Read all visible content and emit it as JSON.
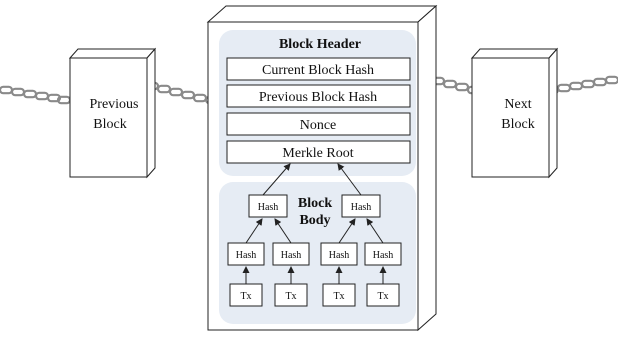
{
  "colors": {
    "panel_fill": "#e6ecf4",
    "box_stroke": "#222222",
    "chain": "#8a8a8a"
  },
  "previous_block": {
    "line1": "Previous",
    "line2": "Block"
  },
  "next_block": {
    "line1": "Next",
    "line2": "Block"
  },
  "header": {
    "title": "Block Header",
    "fields": [
      "Current Block Hash",
      "Previous Block Hash",
      "Nonce",
      "Merkle Root"
    ]
  },
  "body": {
    "title_line1": "Block",
    "title_line2": "Body",
    "hash_label": "Hash",
    "tx_label": "Tx"
  }
}
